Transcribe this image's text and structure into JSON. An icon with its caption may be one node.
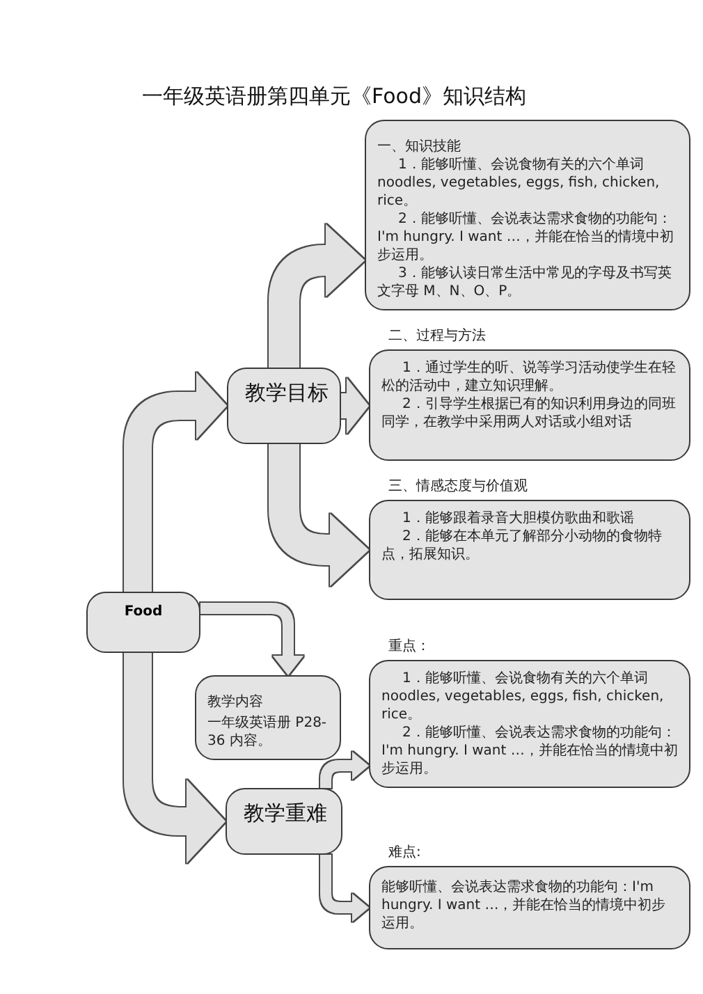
{
  "diagram": {
    "title": "一年级英语册第四单元《Food》知识结构",
    "nodes": [
      {
        "text": [
          "一、知识技能",
          "1．能够听懂、会说食物有关的六个单词 noodles, vegetables, eggs, fish, chicken, rice。",
          "2．能够听懂、会说表达需求食物的功能句：I'm hungry. I want …，并能在恰当的情境中初步运用。",
          "3．能够认读日常生活中常见的字母及书写英文字母 M、N、O、P。"
        ]
      },
      {
        "text": [
          "教学目标"
        ]
      },
      {
        "text": [
          "二、过程与方法",
          "1．通过学生的听、说等学习活动使学生在轻松的活动中，建立知识理解。",
          "2．引导学生根据已有的知识利用身边的同班同学，在教学中采用两人对话或小组对话"
        ]
      },
      {
        "text": [
          "三、情感态度与价值观",
          "1．能够跟着录音大胆模仿歌曲和歌谣",
          "2．能够在本单元了解部分小动物的食物特点，拓展知识。"
        ]
      },
      {
        "text": [
          "Food"
        ]
      },
      {
        "text": [
          "教学内容",
          "一年级英语册 P28-36 内容。"
        ]
      },
      {
        "text": [
          "重点：",
          "1．能够听懂、会说食物有关的六个单词 noodles, vegetables, eggs, fish, chicken, rice。",
          "2．能够听懂、会说表达需求食物的功能句：I'm hungry. I want …，并能在恰当的情境中初步运用。"
        ]
      },
      {
        "text": [
          "教学重难"
        ]
      },
      {
        "text": [
          "难点:",
          "能够听懂、会说表达需求食物的功能句：I'm hungry. I want …，并能在恰当的情境中初步运用。"
        ]
      }
    ],
    "edges": [
      {
        "from": 4,
        "to": 1,
        "arrow": "to"
      },
      {
        "from": 1,
        "to": 0,
        "arrow": "to"
      },
      {
        "from": 1,
        "to": 2,
        "arrow": "to"
      },
      {
        "from": 1,
        "to": 3,
        "arrow": "to"
      },
      {
        "from": 4,
        "to": 5,
        "arrow": "to"
      },
      {
        "from": 4,
        "to": 7,
        "arrow": "to"
      },
      {
        "from": 7,
        "to": 6,
        "arrow": "to"
      },
      {
        "from": 7,
        "to": 8,
        "arrow": "to"
      }
    ]
  }
}
